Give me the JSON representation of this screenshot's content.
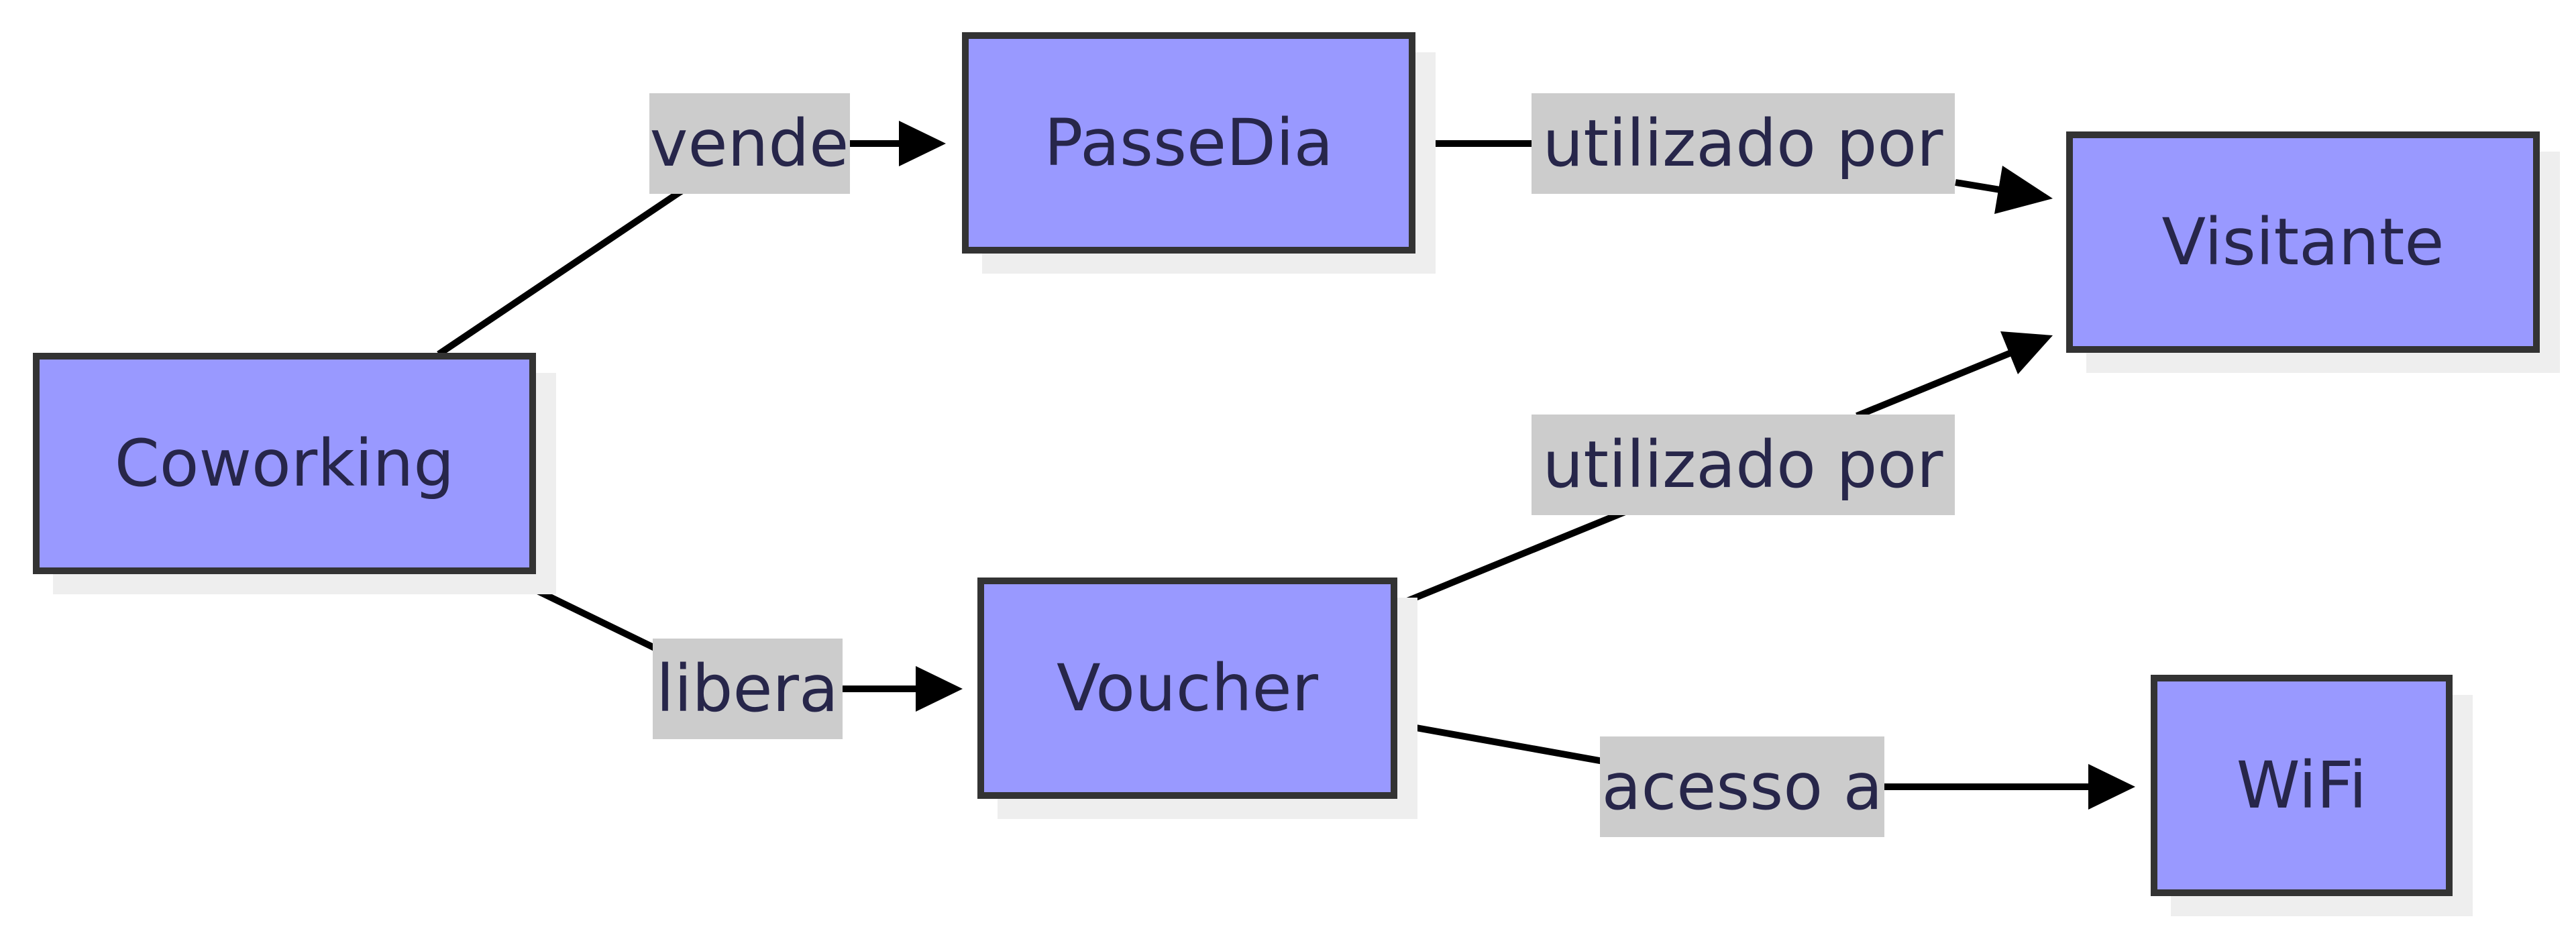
{
  "colors": {
    "node_fill": "#9999ff",
    "node_stroke": "#333333",
    "node_text": "#27264a",
    "edge_stroke": "#000000",
    "label_background": "#cccccc",
    "shadow": "#eeeeee"
  },
  "nodes": {
    "coworking": {
      "label": "Coworking"
    },
    "passedia": {
      "label": "PasseDia"
    },
    "voucher": {
      "label": "Voucher"
    },
    "visitante": {
      "label": "Visitante"
    },
    "wifi": {
      "label": "WiFi"
    }
  },
  "edges": {
    "coworking_passedia": {
      "from": "Coworking",
      "to": "PasseDia",
      "label": "vende"
    },
    "coworking_voucher": {
      "from": "Coworking",
      "to": "Voucher",
      "label": "libera"
    },
    "passedia_visitante": {
      "from": "PasseDia",
      "to": "Visitante",
      "label": "utilizado por"
    },
    "voucher_visitante": {
      "from": "Voucher",
      "to": "Visitante",
      "label": "utilizado por"
    },
    "voucher_wifi": {
      "from": "Voucher",
      "to": "WiFi",
      "label": "acesso a"
    }
  }
}
